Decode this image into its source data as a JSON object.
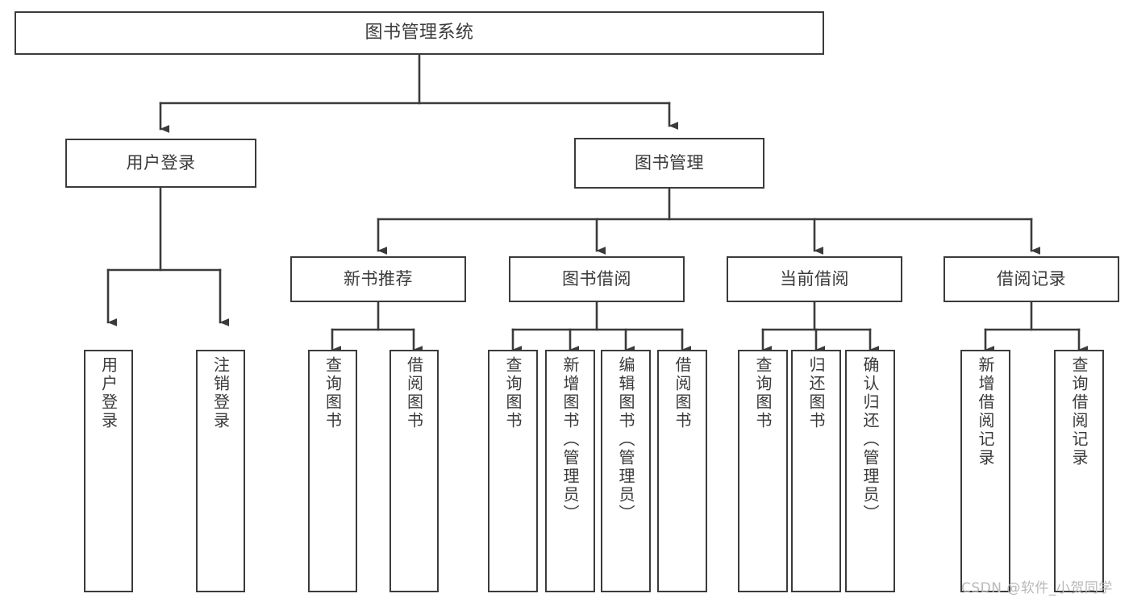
{
  "diagram": {
    "title": "图书管理系统",
    "type": "tree-hierarchy",
    "root": {
      "label": "图书管理系统"
    },
    "level2": [
      {
        "label": "用户登录"
      },
      {
        "label": "图书管理"
      }
    ],
    "level3": [
      {
        "label": "新书推荐"
      },
      {
        "label": "图书借阅"
      },
      {
        "label": "当前借阅"
      },
      {
        "label": "借阅记录"
      }
    ],
    "leaves": {
      "user_login": [
        {
          "label": "用户登录"
        },
        {
          "label": "注销登录"
        }
      ],
      "new_book_recommend": [
        {
          "label": "查询图书"
        },
        {
          "label": "借阅图书"
        }
      ],
      "book_borrow": [
        {
          "label": "查询图书"
        },
        {
          "label": "新增图书（管理员）"
        },
        {
          "label": "编辑图书（管理员）"
        },
        {
          "label": "借阅图书"
        }
      ],
      "current_borrow": [
        {
          "label": "查询图书"
        },
        {
          "label": "归还图书"
        },
        {
          "label": "确认归还（管理员）"
        }
      ],
      "borrow_record": [
        {
          "label": "新增借阅记录"
        },
        {
          "label": "查询借阅记录"
        }
      ]
    }
  },
  "watermark": {
    "text": "CSDN @软件_小贺同学"
  },
  "colors": {
    "line": "#3b3b3b",
    "text": "#3a3a3a",
    "background": "#ffffff",
    "watermark": "#b9b9b9"
  }
}
